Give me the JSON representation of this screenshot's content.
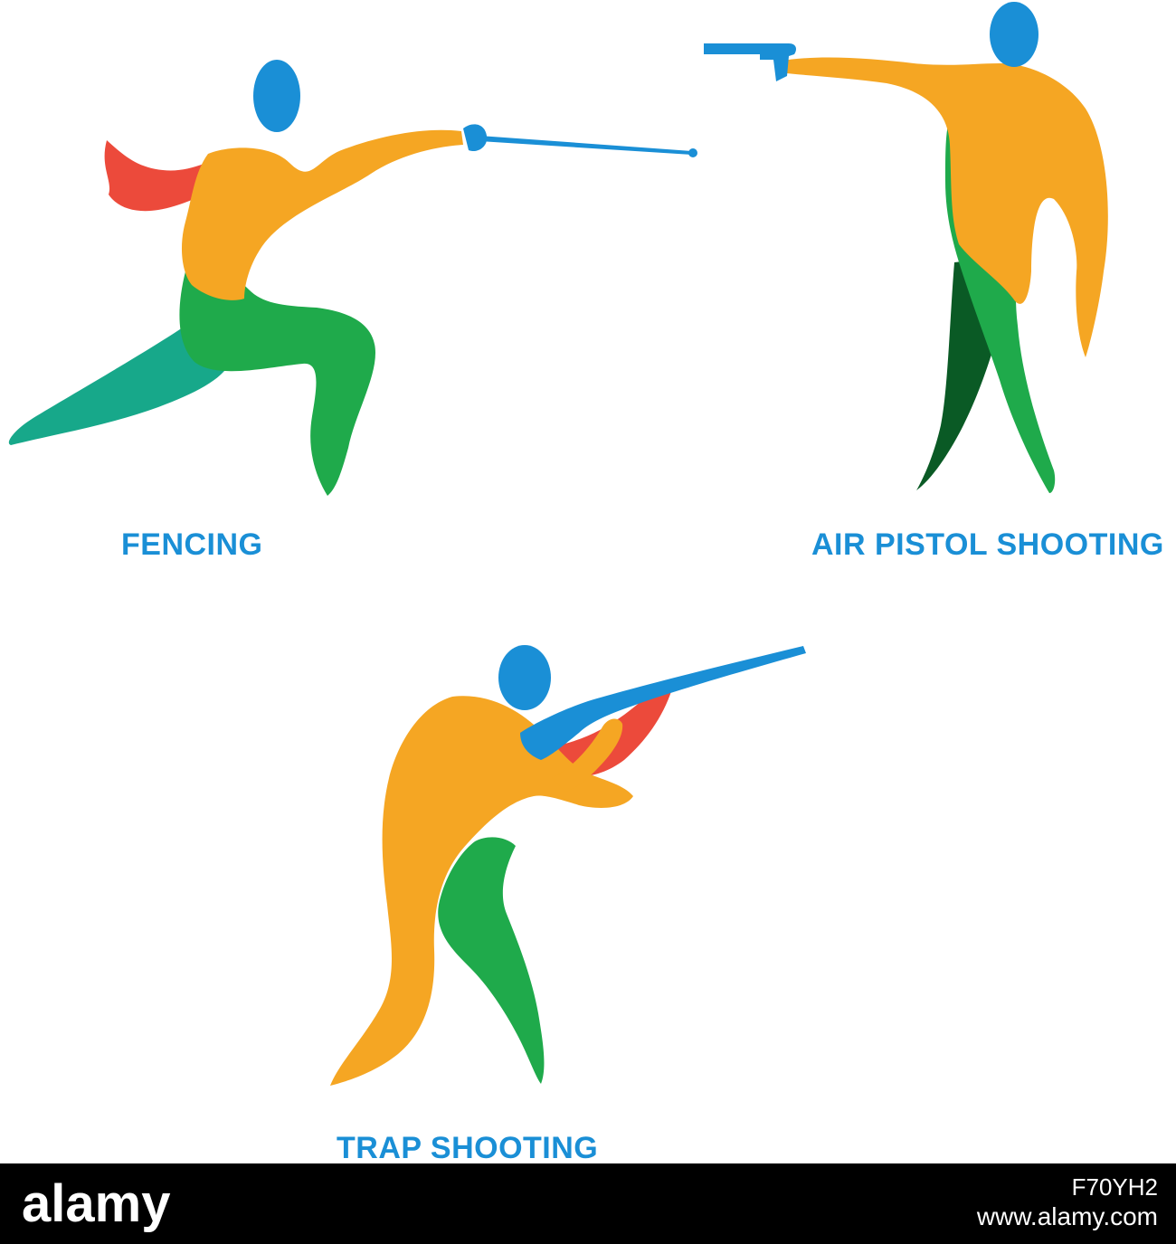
{
  "labels": {
    "fencing": "FENCING",
    "air_pistol": "AIR PISTOL SHOOTING",
    "trap": "TRAP SHOOTING"
  },
  "watermark": {
    "brand": "alamy",
    "image_id": "F70YH2",
    "site": "www.alamy.com"
  },
  "colors": {
    "head_blue": "#1a8fd6",
    "torso_orange": "#f5a623",
    "leg_green": "#1faa4b",
    "leg_teal": "#17a88a",
    "leg_darkgreen": "#0a5a25",
    "scarf_red": "#ec4a3b",
    "label_blue": "#1a8fd6"
  }
}
